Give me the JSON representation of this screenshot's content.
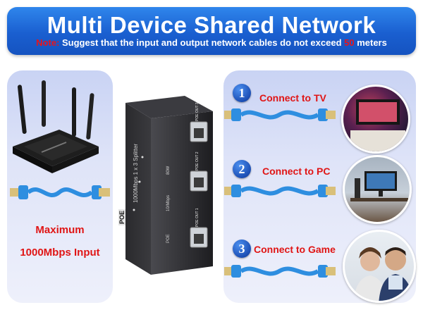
{
  "banner": {
    "title": "Multi Device Shared Network",
    "note_prefix": "Note:",
    "note_text_1": " Suggest that the input and output network cables do not exceed ",
    "note_distance": "50",
    "note_text_2": " meters"
  },
  "input": {
    "line1": "Maximum",
    "line2": "1000Mbps Input"
  },
  "device": {
    "brand": "POE",
    "model": "1000Mbps 1 x 3 Splitter",
    "left_legend": "POE",
    "mid_legend": "10/Mbps",
    "right_legend": "80W",
    "ports": [
      {
        "label": "POE OUT 3"
      },
      {
        "label": "POE OUT 2"
      },
      {
        "label": "POE OUT 1"
      }
    ]
  },
  "outputs": [
    {
      "number": "1",
      "label": "Connect to TV",
      "icon": "tv-photo"
    },
    {
      "number": "2",
      "label": "Connect to PC",
      "icon": "pc-photo"
    },
    {
      "number": "3",
      "label": "Connect to Game",
      "icon": "people-photo"
    }
  ],
  "colors": {
    "banner": "#1a5fd0",
    "accent_red": "#e01515",
    "cable_blue": "#2e8ee0",
    "panel": "#dfe4f8"
  }
}
